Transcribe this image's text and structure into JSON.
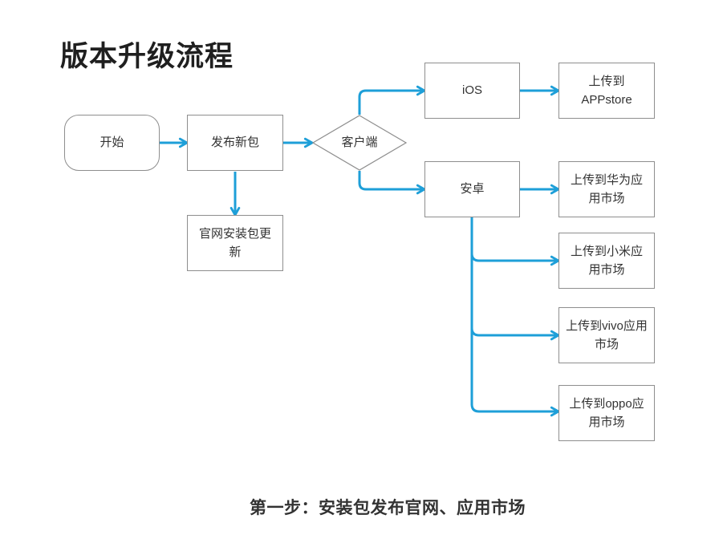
{
  "title": "版本升级流程",
  "caption": "第一步：安装包发布官网、应用市场",
  "colors": {
    "arrow": "#1E9FD8",
    "node_border": "#8E8E8E",
    "node_text": "#333333",
    "title_text": "#1F1F1F"
  },
  "nodes": {
    "start": {
      "label": "开始",
      "shape": "rounded-rectangle"
    },
    "publish": {
      "label": "发布新包",
      "shape": "rectangle"
    },
    "decision": {
      "label": "客户端",
      "shape": "diamond"
    },
    "ios": {
      "label": "iOS",
      "shape": "rectangle"
    },
    "appstore": {
      "label": "上传到APPstore",
      "shape": "rectangle"
    },
    "android": {
      "label": "安卓",
      "shape": "rectangle"
    },
    "official_site": {
      "label": "官网安装包更新",
      "shape": "rectangle"
    },
    "huawei": {
      "label": "上传到华为应用市场",
      "shape": "rectangle"
    },
    "xiaomi": {
      "label": "上传到小米应用市场",
      "shape": "rectangle"
    },
    "vivo": {
      "label": "上传到vivo应用市场",
      "shape": "rectangle"
    },
    "oppo": {
      "label": "上传到oppo应用市场",
      "shape": "rectangle"
    }
  },
  "edges": [
    {
      "from": "start",
      "to": "publish"
    },
    {
      "from": "publish",
      "to": "decision"
    },
    {
      "from": "decision",
      "to": "ios"
    },
    {
      "from": "ios",
      "to": "appstore"
    },
    {
      "from": "decision",
      "to": "android"
    },
    {
      "from": "android",
      "to": "huawei"
    },
    {
      "from": "publish",
      "to": "official_site"
    },
    {
      "from": "android",
      "to": "xiaomi"
    },
    {
      "from": "android",
      "to": "vivo"
    },
    {
      "from": "android",
      "to": "oppo"
    }
  ]
}
